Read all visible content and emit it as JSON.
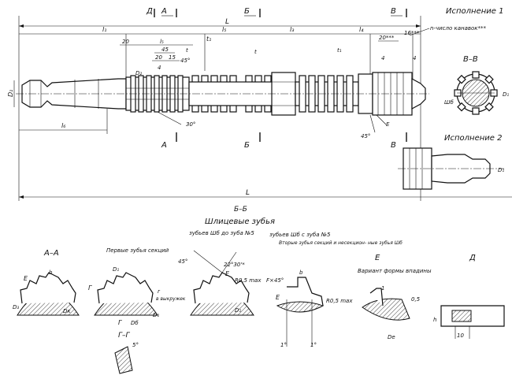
{
  "labels": {
    "variant1": "Исполнение 1",
    "variant2": "Исполнение 2",
    "view_vv": "В–В",
    "view_bb": "Б–Б",
    "spline_teeth": "Шлицевые зубья",
    "section_aa": "А–А",
    "first_teeth": "Первые зубья секций",
    "teeth_wb_to5": "зубьев Шб до зуба №5",
    "teeth_wb_from5": "зубьев Шб с зуба №5",
    "second_teeth": "Вторые зубья секций и несекцион- ные зубья Шб",
    "detail_e": "Е",
    "variant_shape": "Вариант формы впадины",
    "detail_d": "Д",
    "section_gg": "Г–Г",
    "grooves_note": "n-число канавок***",
    "chamfer_note": "в выкружек"
  },
  "markers": {
    "A_top": "А",
    "A_bottom": "А",
    "D_top": "Д",
    "B_top": "Б",
    "B_bottom": "Б",
    "V_top": "В",
    "V_bottom": "В",
    "E": "Е",
    "G": "Г"
  },
  "dims": {
    "L_top": "L",
    "L_bottom": "L",
    "l1": "l₁",
    "l2": "l₂",
    "l3": "l₃",
    "l4": "l₄",
    "l5": "l₅",
    "l6": "l₆",
    "d20": "20",
    "d45": "45",
    "d20b": "20",
    "d15": "15",
    "d4": "4",
    "d4b": "4",
    "d4c": "4",
    "d20s": "20***",
    "d16s": "16***",
    "t": "t",
    "t1": "t₁",
    "t_a": "t",
    "D1": "D₁",
    "D2": "D₂",
    "D3": "D₃",
    "a30": "30°",
    "a45": "45°",
    "a45b": "45°",
    "a45c": "45°",
    "a22": "22°30'*",
    "r05max": "R0,5 max",
    "r05max2": "R0,5 max",
    "fx45": "F×45°",
    "b": "b",
    "bs": "b",
    "Wb": "Шб",
    "Wb2": "Шб",
    "r": "r",
    "a1": "1°",
    "a1b": "1°",
    "a5": "5°",
    "r05": "0,5",
    "one": "1",
    "ten": "10",
    "h": "h",
    "Dk": "Dк",
    "Db": "Dб",
    "De": "Dе",
    "D1s": "D₁"
  }
}
